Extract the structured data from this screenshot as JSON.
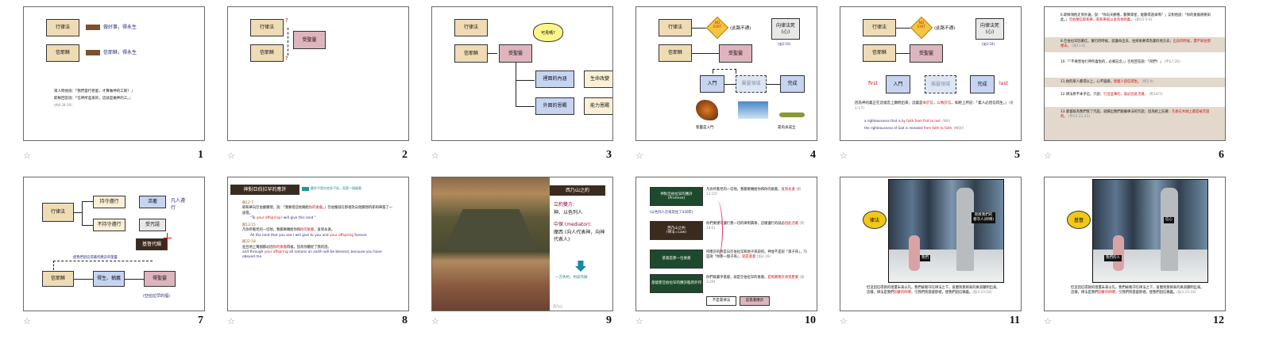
{
  "slides": [
    {
      "number": "1",
      "law": "行律法",
      "faith": "信耶穌",
      "law_result": "做好事，得永生",
      "faith_result": "信耶穌，得永生",
      "quote1": "眾人問他說：「我們當行甚麼，才算做神的工呢？」",
      "quote2": "耶穌回答說：「信神所差來的，這就是做神的工。」",
      "ref": "(約6:28-29)"
    },
    {
      "number": "2",
      "law": "行律法",
      "faith": "信耶穌",
      "spirit": "受聖靈",
      "q": "?"
    },
    {
      "number": "3",
      "law": "行律法",
      "faith": "信耶穌",
      "spirit": "受聖靈",
      "cloud": "可見嗎?",
      "inner": "裡面的內涵",
      "inner_result": "生命改變",
      "outer": "外面的恩賜",
      "outer_result": "能力恩賜"
    },
    {
      "number": "4",
      "law": "行律法",
      "no": "NO",
      "exit": "EXIT",
      "blocked": "(此路不通)",
      "dead": "向律法死(心)",
      "ref": "(加2:19)",
      "faith": "信耶穌",
      "spirit": "受聖靈",
      "enter": "入門",
      "realm": "屬靈領域",
      "finish": "完成",
      "cap1": "聖靈是入門",
      "cap2": "靠肉身成全"
    },
    {
      "number": "5",
      "law": "行律法",
      "no": "NO",
      "exit": "EXIT",
      "blocked": "(此路不通)",
      "dead": "向律法死(心)",
      "ref": "(加2:19)",
      "faith": "信耶穌",
      "spirit": "受聖靈",
      "first": "first",
      "enter": "入門",
      "realm": "屬靈領域",
      "finish": "完成",
      "last": "last",
      "verse_a": "因為神的義正在這福音上顯明出來；這義是",
      "verse_red1": "本於信，以致於信",
      "verse_b": "。如經上所記：「義人必因信得生。」",
      "verse_ref": "(羅1:17)",
      "niv_a": "a righteousness that is ",
      "niv_red": "by faith from first to last",
      "niv_ref": ". (NIV)",
      "nkjv_a": "the righteousness of God is revealed ",
      "nkjv_red": "from faith to faith",
      "nkjv_ref": ". (NKJV)"
    },
    {
      "number": "6",
      "items": [
        {
          "text": "6.耶穌領他走到外邊，說：「你向天觀看，數算眾星，能數得過來嗎？」又對他說：「你的後裔將要如此。」",
          "red": "亞伯蘭信耶和華，耶和華就以此為他的義。",
          "ref": "(創15:5-6)"
        },
        {
          "text": "8.亞伯拉罕因著信，蒙召的時候，就遵命出去，往將來要得為業的地方去；",
          "red": "出去的時候，還不知往那裡去。",
          "ref": "(來11:8)"
        },
        {
          "text": "10.「『不要害怕行神所喜悅的，必要記念』」百姓回答說：「阿們！」",
          "red": "",
          "ref": "(申27:26)"
        },
        {
          "text": "11.他的眾人都得以上，心不疑惑，",
          "red": "使義人因信得生。",
          "ref": "(哈2:4)"
        },
        {
          "text": "12.律法原不本乎信，只說：",
          "red": "行這些事的，就必因此活著。",
          "ref": "(利18:5)"
        },
        {
          "text": "13.基督既為我們受了咒詛，就贖出我們脫離律法的咒詛；因為經上記著：",
          "red": "凡掛在木頭上都是被咒詛的。",
          "ref": "(申21:22-23)"
        }
      ]
    },
    {
      "number": "7",
      "law": "行律法",
      "keep": "持守遵行",
      "live": "活著",
      "note": "凡人遵行",
      "notkeep": "不持守遵行",
      "curse": "受咒詛",
      "christ": "基督代贖",
      "dashed": "使我們因信得著所應許的聖靈",
      "faith": "信耶穌",
      "life": "得生、稱義",
      "spirit": "得聖靈",
      "blessing": "(亞伯拉罕的福)"
    },
    {
      "number": "8",
      "title": "神對亞伯拉罕的應許",
      "title_note": "應許不是在他多子孫，而是一個後裔",
      "items": [
        {
          "ref": "創12:7",
          "zh_a": "耶和華向亞伯蘭顯現，說：「我要把這地賜給",
          "zh_red": "你的後裔",
          "zh_b": "。」亞伯蘭就在那裡為向他顯現的耶和華築了一座壇。",
          "en_a": "\"To ",
          "en_red": "your offspring",
          "en_b": " I will give this land.\""
        },
        {
          "ref": "創13:15",
          "zh_a": "凡你所看見的一切地，我都要賜給你和",
          "zh_red": "你的後裔",
          "zh_b": "，直到永遠。",
          "en_a": "All the land that you see I will give to you and ",
          "en_red": "your offspring",
          "en_b": " forever."
        },
        {
          "ref": "創22:18",
          "zh_a": "並且地上萬國都必因",
          "zh_red": "你的後裔",
          "zh_b": "得福，因為你聽從了我的話。",
          "en_a": "and through ",
          "en_red": "your offspring",
          "en_b": " all nations on earth will be blessed, because you have obeyed me."
        }
      ]
    },
    {
      "number": "9",
      "title": "西乃山之約",
      "parties_label": "立約雙方:",
      "parties": "神、以色列人",
      "mediator_label": "中保 (mediator):",
      "mediator": "摩西 (向人代表神，向神代表人)",
      "broken": "一方失約，約就作廢",
      "caption": "西乃山"
    },
    {
      "number": "10",
      "b1": "神對亞伯拉罕的應許",
      "b1s": "(Promise)",
      "t1a": "凡你所看見的一切地，我都要賜給你和你的後裔，",
      "t1r": "直到永遠",
      "t1ref": "(創13:15)",
      "note": "(以色列人在埃及住了430年)",
      "b2": "西乃山之約",
      "b2s": "(律法=Law)",
      "t2a": "你們要謹守遵行我一切的律例典章，這樣遵行的就必",
      "t2r": "因此活著",
      "t2ref": "(利18:5)",
      "b3": "基督是那一位後裔",
      "t3a": "所應許的原是向亞伯拉罕和他子孫說的。神並不是說「眾子孫」，乃是說「你那一個子孫」，",
      "t3r": "就是基督",
      "t3ref": "(加3:16)",
      "b4": "基督使亞伯拉罕的應許臨到外邦",
      "t4a": "你們既屬乎基督，就是亞伯拉罕的後裔，",
      "t4r": "是照著應許承受產業",
      "t4ref": "(加3:29)",
      "c1": "不是靠律法",
      "c2": "是靠著應許"
    },
    {
      "number": "11",
      "bubble": "律法",
      "guardian": "管教我們的看守人(師傅)",
      "child": "我們",
      "t_a": "但這因信得救的理還未來以先，我們被看守在律法之下，直圈到那將來的真道顯明出來。這樣，律法是我們",
      "t_red": "訓蒙的師傅",
      "t_b": "，引我們到基督那裡，使我們因信稱義。",
      "ref": "(加3:23-24)"
    },
    {
      "number": "12",
      "bubble": "基督",
      "guardian": "信心",
      "child": "我們的人",
      "t_a": "但這因信得救的理還未來以先，我們被看守在律法之下，直圈到那將來的真道顯明出來。這樣，律法是我們",
      "t_red": "訓蒙的師傅",
      "t_b": "，引我們到基督那裡，使我們因信稱義。",
      "ref": "(加3:23-24)"
    }
  ],
  "colors": {
    "law": "#efdcb4",
    "spirit": "#dfb5bd",
    "realm": "#c6d4f2",
    "red": "#d01010",
    "navy": "#2a2a80"
  }
}
